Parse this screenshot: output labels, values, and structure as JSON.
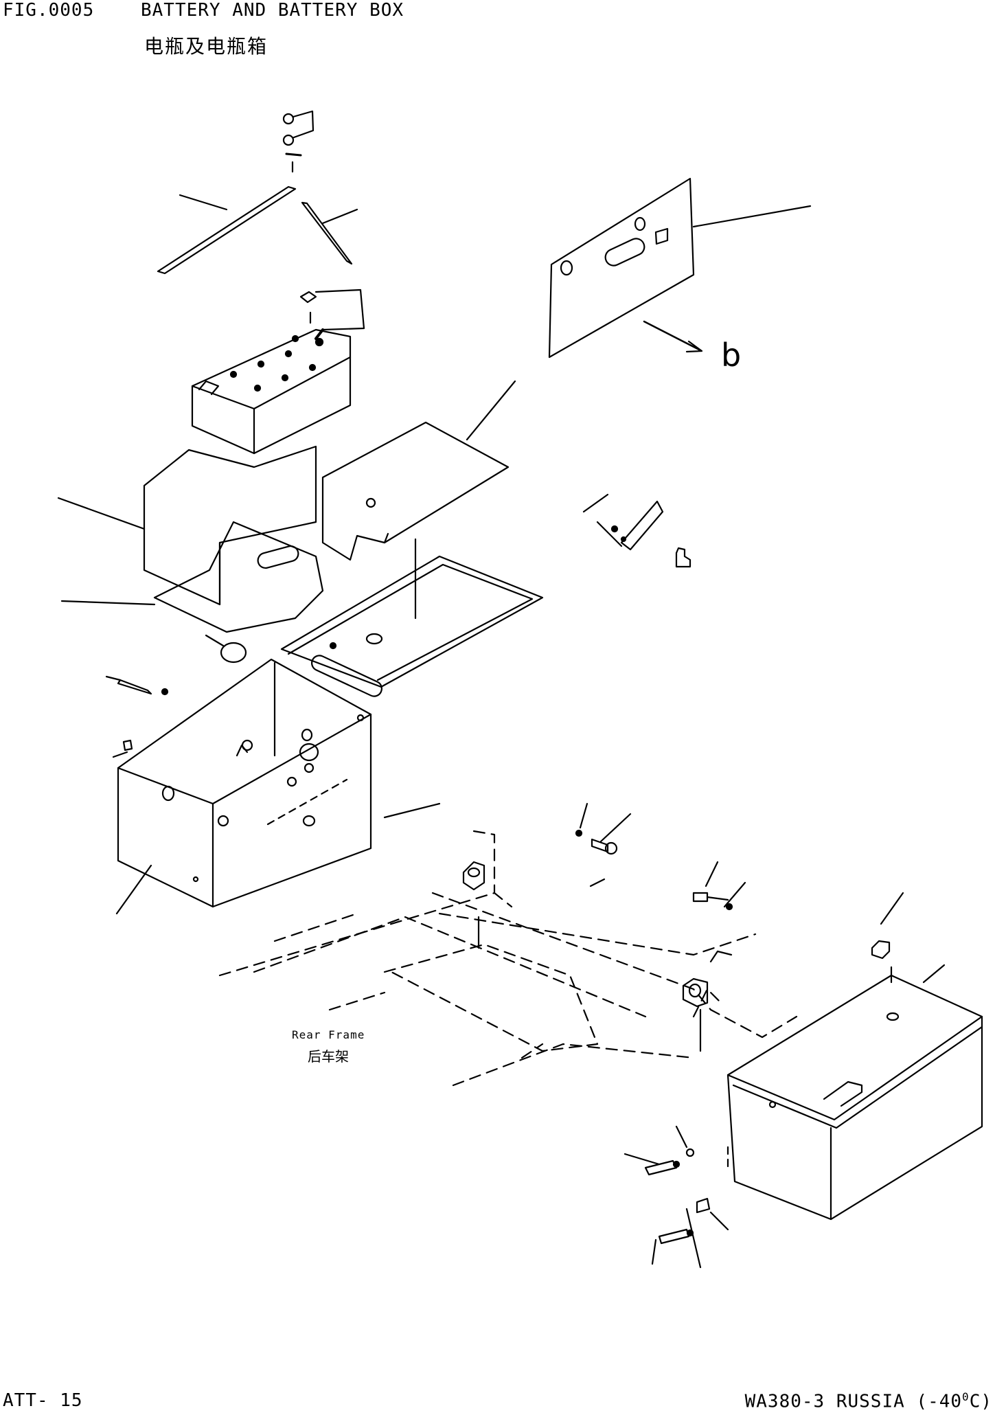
{
  "header": {
    "figure_number": "FIG.0005",
    "title_en": "BATTERY AND BATTERY BOX",
    "title_cn": "电瓶及电瓶箱"
  },
  "labels": {
    "rear_frame_en": "Rear Frame",
    "rear_frame_cn": "后车架",
    "view_letter": "b"
  },
  "footer": {
    "page": "ATT- 15",
    "model_prefix": "WA380-3 RUSSIA (-40",
    "model_degree": "0",
    "model_suffix": "C)"
  },
  "colors": {
    "ink": "#000000",
    "paper": "#ffffff"
  }
}
